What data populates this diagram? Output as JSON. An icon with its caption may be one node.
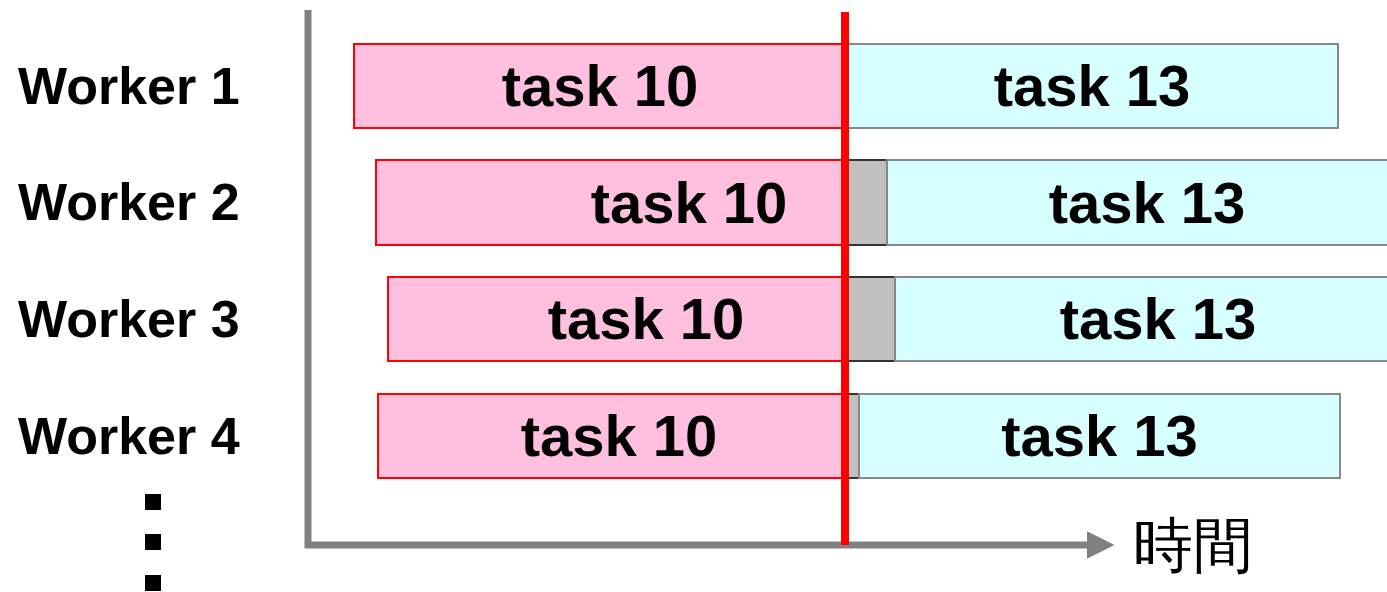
{
  "diagram": {
    "nodes": [
      {
        "text": [
          "task 10"
        ]
      },
      {
        "text": [
          "task 13"
        ]
      },
      {
        "text": [
          "task 10"
        ]
      },
      {
        "text": [],
        "shape": "bar"
      },
      {
        "text": [
          "task 13"
        ]
      },
      {
        "text": [
          "task 10"
        ]
      },
      {
        "text": [],
        "shape": "bar"
      },
      {
        "text": [
          "task 13"
        ]
      },
      {
        "text": [
          "task 10"
        ]
      },
      {
        "text": [],
        "shape": "bar"
      },
      {
        "text": [
          "task 13"
        ]
      }
    ],
    "edges": [],
    "labels": [
      "Worker 1",
      "Worker 2",
      "Worker 3",
      "Worker 4",
      "時間"
    ]
  }
}
